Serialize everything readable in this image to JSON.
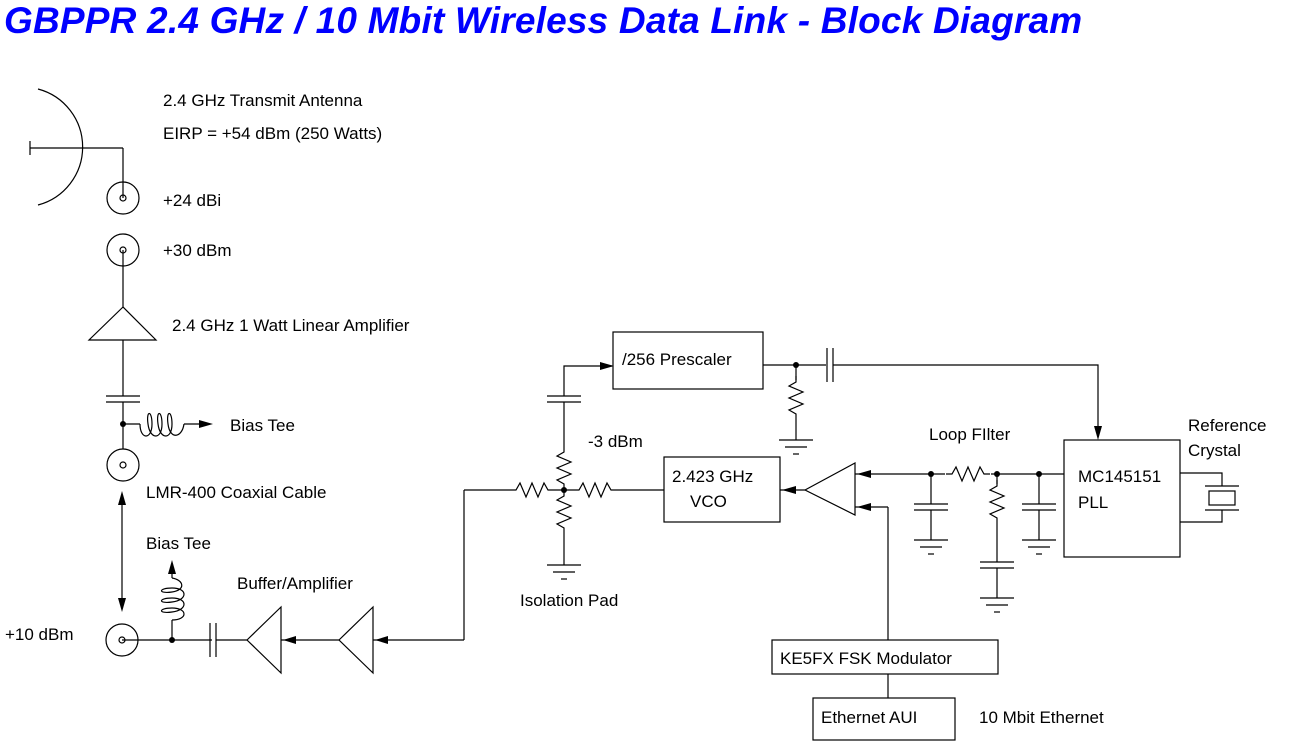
{
  "title": "GBPPR 2.4 GHz / 10 Mbit Wireless Data Link - Block Diagram",
  "colors": {
    "title": "#0000ff",
    "lines": "#000000",
    "background": "#ffffff"
  },
  "labels": {
    "antenna_name": "2.4 GHz Transmit Antenna",
    "antenna_eirp": "EIRP = +54 dBm (250 Watts)",
    "antenna_gain": "+24 dBi",
    "amp_output": "+30 dBm",
    "linear_amp": "2.4 GHz 1 Watt Linear Amplifier",
    "bias_tee_top": "Bias Tee",
    "coax": "LMR-400 Coaxial Cable",
    "bias_tee_bottom": "Bias Tee",
    "buffer_amp": "Buffer/Amplifier",
    "input_level": "+10 dBm",
    "pad_level": "-3 dBm",
    "isolation_pad": "Isolation Pad",
    "loop_filter": "Loop FIlter",
    "reference_crystal_1": "Reference",
    "reference_crystal_2": "Crystal",
    "ethernet_speed": "10 Mbit Ethernet"
  },
  "blocks": {
    "prescaler": "/256 Prescaler",
    "vco_line1": "2.423 GHz",
    "vco_line2": "VCO",
    "pll_line1": "MC145151",
    "pll_line2": "PLL",
    "modulator": "KE5FX FSK Modulator",
    "ethernet_aui": "Ethernet AUI"
  },
  "icons": [
    "dish-antenna-icon",
    "coax-connector-icon",
    "amplifier-triangle-icon",
    "capacitor-icon",
    "inductor-icon",
    "resistor-icon",
    "ground-icon",
    "crystal-icon",
    "arrow-icon"
  ]
}
